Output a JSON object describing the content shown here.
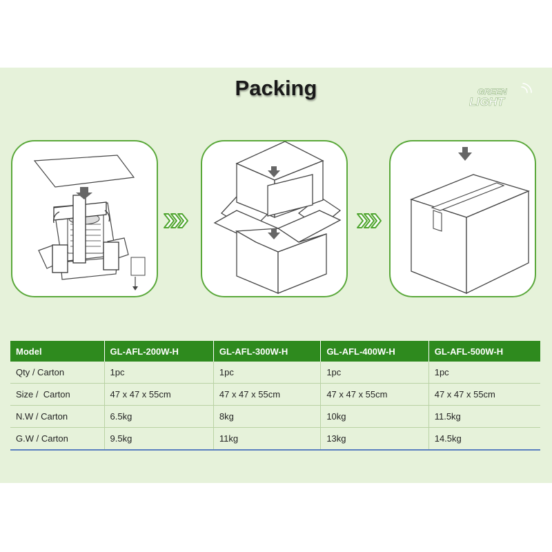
{
  "page": {
    "title": "Packing",
    "brand": {
      "line1": "GREEN",
      "line2": "LIGHT"
    },
    "colors": {
      "accent_green": "#2e8a1e",
      "panel_bg": "#e6f2da",
      "card_border": "#5aa83a"
    }
  },
  "steps": [
    {
      "icon": "fixture-with-corner-guards-icon"
    },
    {
      "icon": "insert-into-carton-icon"
    },
    {
      "icon": "sealed-carton-icon"
    }
  ],
  "arrows": [
    {
      "icon": "triple-chevron-right-icon"
    },
    {
      "icon": "triple-chevron-right-icon"
    }
  ],
  "table": {
    "headers": [
      "Model",
      "GL-AFL-200W-H",
      "GL-AFL-300W-H",
      "GL-AFL-400W-H",
      "GL-AFL-500W-H"
    ],
    "rows": [
      [
        "Qty / Carton",
        "1pc",
        "1pc",
        "1pc",
        "1pc"
      ],
      [
        "Size /  Carton",
        "47 x 47 x 55cm",
        "47 x 47 x 55cm",
        "47 x 47 x 55cm",
        "47 x 47 x 55cm"
      ],
      [
        "N.W / Carton",
        "6.5kg",
        "8kg",
        "10kg",
        "11.5kg"
      ],
      [
        "G.W / Carton",
        "9.5kg",
        "11kg",
        "13kg",
        "14.5kg"
      ]
    ]
  }
}
